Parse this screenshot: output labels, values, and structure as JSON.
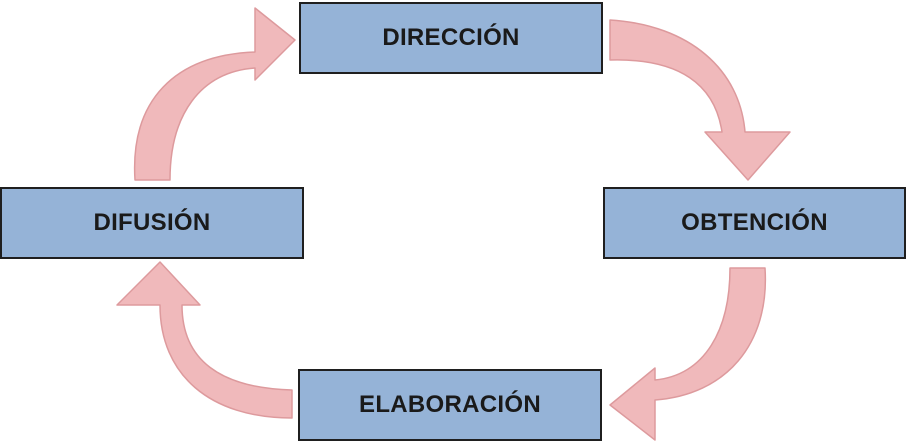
{
  "diagram": {
    "type": "cycle",
    "steps": [
      {
        "id": "direccion",
        "label": "DIRECCIÓN"
      },
      {
        "id": "obtencion",
        "label": "OBTENCIÓN"
      },
      {
        "id": "elaboracion",
        "label": "ELABORACIÓN"
      },
      {
        "id": "difusion",
        "label": "DIFUSIÓN"
      }
    ],
    "flow": [
      [
        "DIRECCIÓN",
        "OBTENCIÓN"
      ],
      [
        "OBTENCIÓN",
        "ELABORACIÓN"
      ],
      [
        "ELABORACIÓN",
        "DIFUSIÓN"
      ],
      [
        "DIFUSIÓN",
        "DIRECCIÓN"
      ]
    ],
    "colors": {
      "box_fill": "#95b3d7",
      "box_border": "#1f1f1f",
      "arrow_fill": "#f0b9bb",
      "arrow_border": "#dd9a9d"
    }
  }
}
